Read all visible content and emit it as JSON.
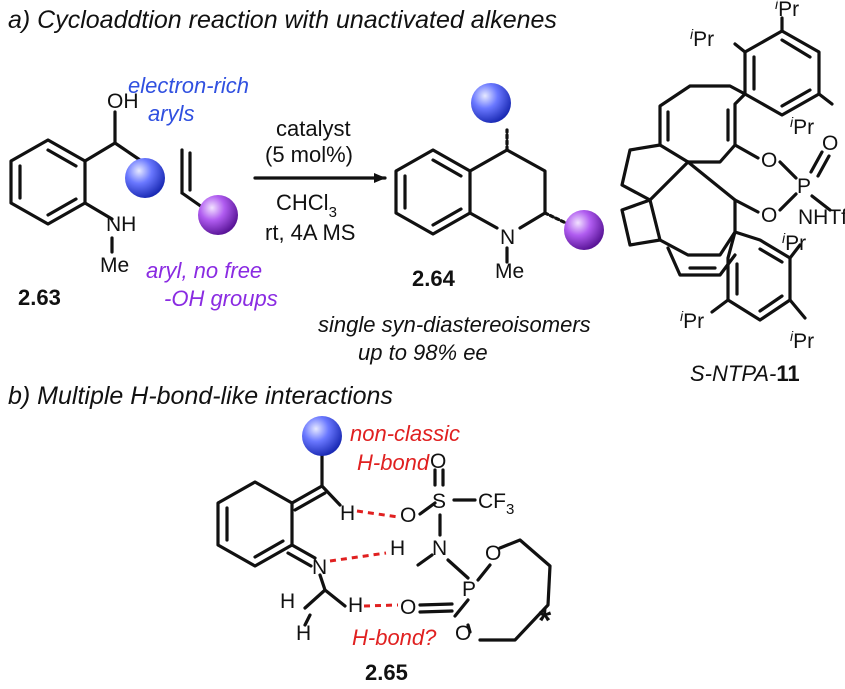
{
  "section_a": {
    "title": "a) Cycloaddtion reaction with unactivated alkenes",
    "electron_rich_line1": "electron-rich",
    "electron_rich_line2": "aryls",
    "aryl_line1": "aryl, no free",
    "aryl_line2": "-OH groups",
    "compound_263": "2.63",
    "compound_264": "2.64",
    "catalyst_line1": "catalyst",
    "catalyst_line2": "(5 mol%)",
    "cond_solvent": "CHCl",
    "cond_solvent_sub": "3",
    "cond_line2": "rt, 4A MS",
    "result_line1": "single syn-diastereoisomers",
    "result_line2": "up to 98% ee",
    "catalyst_name_prefix": "S-NTPA-",
    "catalyst_name_num": "11"
  },
  "section_b": {
    "title": "b) Multiple H-bond-like interactions",
    "nonclassic_line1": "non-classic",
    "nonclassic_line2": "H-bond",
    "hbond_q": "H-bond?",
    "compound_265": "2.65"
  },
  "atoms": {
    "OH": "OH",
    "NH": "NH",
    "Me": "Me",
    "N": "N",
    "O": "O",
    "P": "P",
    "NHTf": "NHTf",
    "iPr_sup": "i",
    "iPr": "Pr",
    "H": "H",
    "S": "S",
    "CF": "CF",
    "CF_sub": "3",
    "star": "*"
  },
  "colors": {
    "blue_text": "#3050e0",
    "purple_text": "#8a2be2",
    "red_text": "#e02020",
    "blue_ball": "#3d4ff0",
    "purple_ball": "#9a3ad8"
  }
}
